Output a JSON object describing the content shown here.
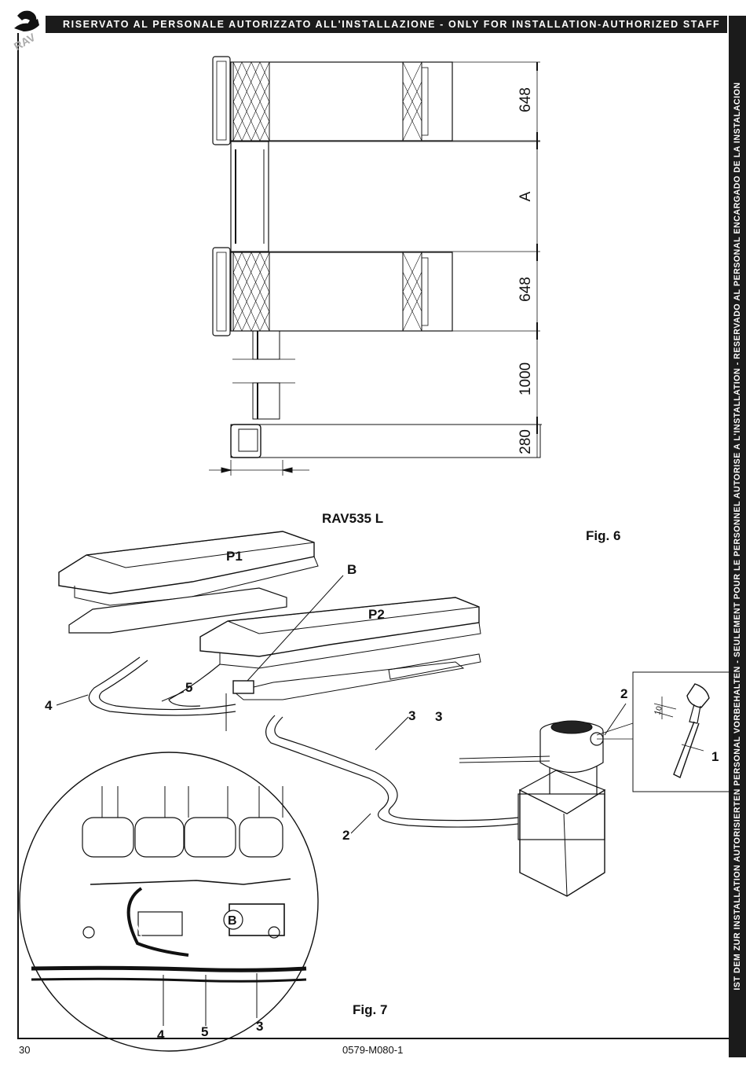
{
  "header": {
    "banner": "RISERVATO AL PERSONALE AUTORIZZATO ALL'INSTALLAZIONE - ONLY FOR INSTALLATION-AUTHORIZED STAFF"
  },
  "side_banner": "IST DEM ZUR INSTALLATION AUTORISIERTEN PERSONAL VORBEHALTEN - SEULEMENT POUR LE PERSONNEL AUTORISE A L'INSTALLATION - RESERVADO AL PERSONAL ENCARGADO DE LA INSTALACION",
  "logo": {
    "icon": "rav-logo-icon",
    "text": "RAV"
  },
  "fig6": {
    "model": "RAV535 L",
    "caption": "Fig. 6",
    "dimensions": [
      "648",
      "A",
      "648",
      "1000",
      "280"
    ]
  },
  "fig7": {
    "caption": "Fig. 7",
    "labels": {
      "p1": "P1",
      "p2": "P2",
      "b_top": "B",
      "b_detail": "B",
      "l4_left": "4",
      "l5_top": "5",
      "l3_center": "3",
      "l2_bottom": "2",
      "l3_pump": "3",
      "l2_pump": "2",
      "l1_dipstick": "1",
      "l10_dim": "10",
      "l4_detail": "4",
      "l5_detail": "5",
      "l3_detail": "3"
    }
  },
  "footer": {
    "page_number": "30",
    "doc_code": "0579-M080-1"
  }
}
